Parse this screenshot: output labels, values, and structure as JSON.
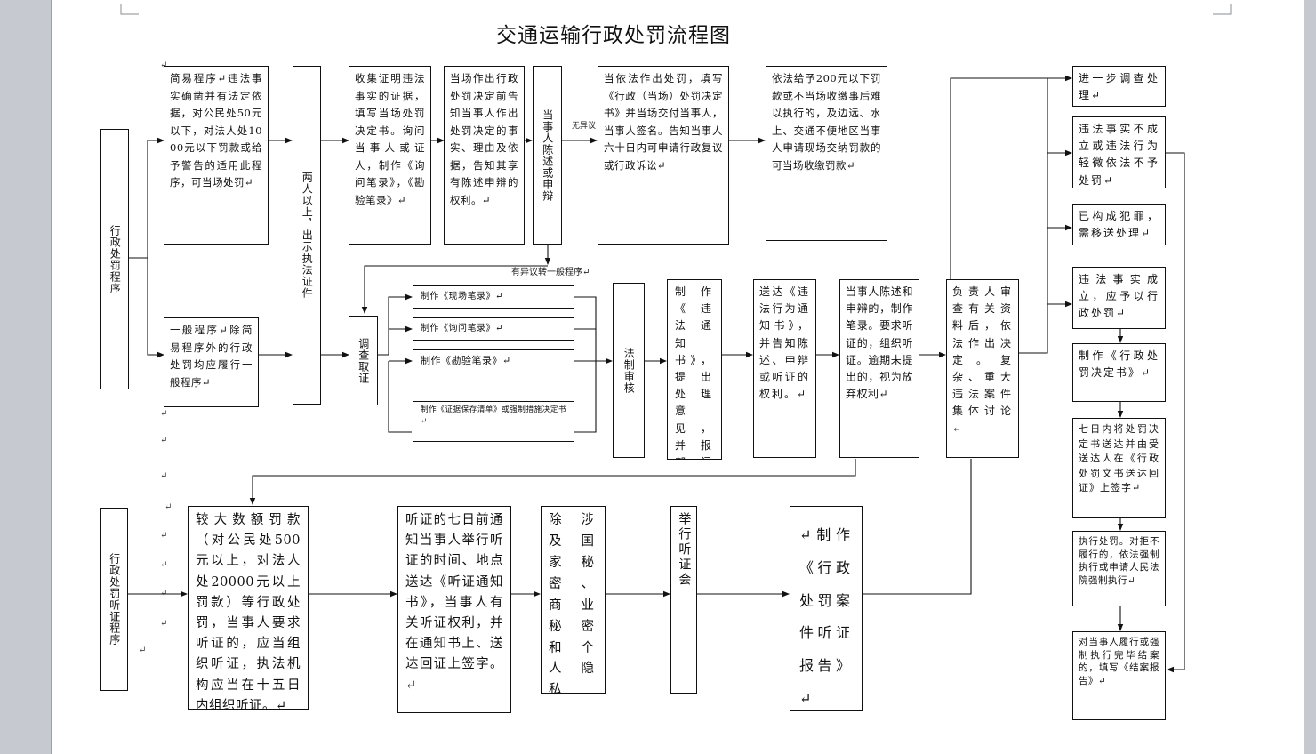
{
  "title": "交通运输行政处罚流程图",
  "para_mark": "↵",
  "admin_penalty_procedure": "行政处罚程序",
  "hearing_procedure": "行政处罚听证程序",
  "simple_procedure": "简易程序↵违法事实确凿并有法定依据，对公民处50元以下，对法人处1000元以下罚款或给予警告的适用此程序，可当场处罚↵",
  "two_officers": "两人以上，出示执法证件",
  "collect_evidence": "收集证明违法事实的证据，填写当场处罚决定书。询问当事人或证人，制作《询问笔录》，《勘验笔录》↵",
  "inform_before": "当场作出行政处罚决定前告知当事人作出处罚决定的事实、理由及依据，告知其享有陈述申辩的权利。↵",
  "party_statement": "当事人陈述或申辩",
  "no_objection": "无异议",
  "on_spot_decision": "当依法作出处罚，填写《行政（当场）处罚决定书》并当场交付当事人，当事人签名。告知当事人六十日内可申请行政复议或行政诉讼↵",
  "collect_on_spot": "依法给予200元以下罚款或不当场收缴事后难以执行的，及边远、水上、交通不便地区当事人申请现场交纳罚款的可当场收缴罚款↵",
  "objection_transfer": "有异议转一般程序↵",
  "general_procedure": "一般程序↵除简易程序外的行政处罚均应履行一般程序↵",
  "investigate": "调查取证",
  "record_scene": "制作《现场笔录》↵",
  "record_inquiry": "制作《询问笔录》↵",
  "record_survey": "制作《勘验笔录》↵",
  "record_evidence": "制作《证据保存清单》或强制措施决定书↵",
  "legal_review": "法制审核",
  "make_notice": "制作《违法通知书》，提出处理意见，并报部门负责人审查↵",
  "deliver_notice": "送达《违法行为通知书》，并告知陈述、申辩或听证的权利。↵",
  "party_defend": "当事人陈述和申辩的，制作笔录。要求听证的，组织听证。逾期未提出的，视为放弃权利↵",
  "leader_review": "负责人审查有关资料后，依法作出决定。复杂、重大违法案件集体讨论↵",
  "further_investigate": "进一步调查处理↵",
  "no_penalty": "违法事实不成立或违法行为轻微依法不予处罚↵",
  "transfer_judicial": "已构成犯罪，需移送处理↵",
  "facts_established": "违法事实成立，应予以行政处罚↵",
  "make_decision": "制作《行政处罚决定书》↵",
  "deliver_decision": "七日内将处罚决定书送达并由受送达人在《行政处罚文书送达回证》上签字↵",
  "execute": "执行处罚。对拒不履行的，依法强制执行或申请人民法院强制执行↵",
  "close_case": "对当事人履行或强制执行完毕结案的，填写《结案报告》↵",
  "large_fine": "较大数额罚款（对公民处500元以上，对法人处20000元以上罚款）等行政处罚，当事人要求听证的，应当组织听证，执法机构应当在十五日内组织听证。↵",
  "hearing_notice": "听证的七日前通知当事人举行听证的时间、地点送达《听证通知书》，当事人有关听证权利，并在通知书上、送达回证上签字。↵",
  "public_hearing": "除涉及国家秘密、商业秘密和个人隐私外，听证公开举行↵",
  "hold_hearing": "举行听证会",
  "hearing_report": "↵制作《行政处罚案件听证报告》↵"
}
